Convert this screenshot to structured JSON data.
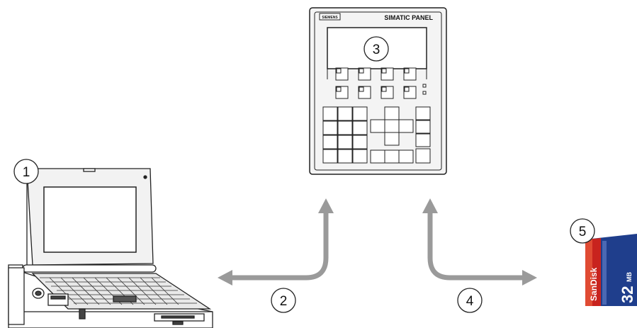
{
  "diagram": {
    "callouts": [
      {
        "id": "1",
        "label": "1"
      },
      {
        "id": "2",
        "label": "2"
      },
      {
        "id": "3",
        "label": "3"
      },
      {
        "id": "4",
        "label": "4"
      },
      {
        "id": "5",
        "label": "5"
      }
    ],
    "panel": {
      "brand_logo": "SIEMENS",
      "title": "SIMATIC PANEL"
    },
    "memory_card": {
      "brand": "SanDisk",
      "capacity": "32",
      "unit": "MB"
    },
    "colors": {
      "arrow": "#9a9a9a",
      "outline": "#222222",
      "panel_body": "#f4f4f4",
      "card_red": "#c8231e",
      "card_blue": "#1f3e8c"
    }
  }
}
